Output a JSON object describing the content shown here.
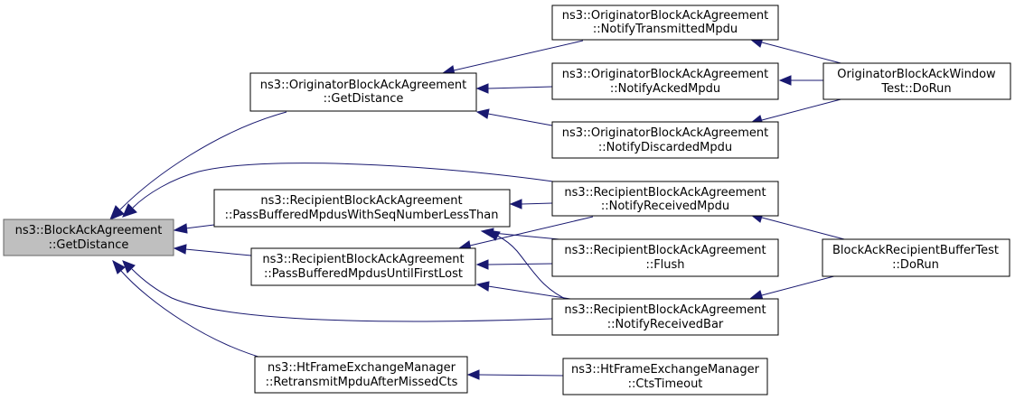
{
  "graph": {
    "nodes": {
      "ba_getdistance": {
        "line1": "ns3::BlockAckAgreement",
        "line2": "::GetDistance"
      },
      "oba_getdistance": {
        "line1": "ns3::OriginatorBlockAckAgreement",
        "line2": "::GetDistance"
      },
      "rba_passbuffered_seq": {
        "line1": "ns3::RecipientBlockAckAgreement",
        "line2": "::PassBufferedMpdusWithSeqNumberLessThan"
      },
      "rba_passbuffered_lost": {
        "line1": "ns3::RecipientBlockAckAgreement",
        "line2": "::PassBufferedMpdusUntilFirstLost"
      },
      "htfem_retransmit": {
        "line1": "ns3::HtFrameExchangeManager",
        "line2": "::RetransmitMpduAfterMissedCts"
      },
      "oba_notifytransmitted": {
        "line1": "ns3::OriginatorBlockAckAgreement",
        "line2": "::NotifyTransmittedMpdu"
      },
      "oba_notifyacked": {
        "line1": "ns3::OriginatorBlockAckAgreement",
        "line2": "::NotifyAckedMpdu"
      },
      "oba_notifydiscarded": {
        "line1": "ns3::OriginatorBlockAckAgreement",
        "line2": "::NotifyDiscardedMpdu"
      },
      "rba_notifyreceivedmpdu": {
        "line1": "ns3::RecipientBlockAckAgreement",
        "line2": "::NotifyReceivedMpdu"
      },
      "rba_flush": {
        "line1": "ns3::RecipientBlockAckAgreement",
        "line2": "::Flush"
      },
      "rba_notifyreceivedbar": {
        "line1": "ns3::RecipientBlockAckAgreement",
        "line2": "::NotifyReceivedBar"
      },
      "htfem_ctstimeout": {
        "line1": "ns3::HtFrameExchangeManager",
        "line2": "::CtsTimeout"
      },
      "obaw_test": {
        "line1": "OriginatorBlockAckWindow",
        "line2": "Test::DoRun"
      },
      "barb_test": {
        "line1": "BlockAckRecipientBufferTest",
        "line2": "::DoRun"
      }
    }
  }
}
